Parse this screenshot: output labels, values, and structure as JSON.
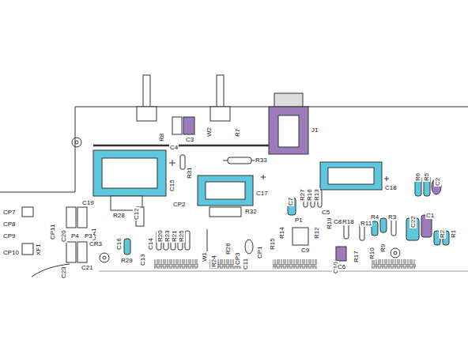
{
  "diagram": {
    "labels": [
      "R8",
      "W2",
      "R7",
      "C4",
      "C3",
      "J1",
      "R31",
      "C15",
      "R33",
      "C17",
      "C18",
      "R6",
      "R5",
      "C2",
      "CP2",
      "C12",
      "R28",
      "R32",
      "CP7",
      "CP11",
      "C19",
      "CA1",
      "C20",
      "P4",
      "P3",
      "CR3",
      "CP8",
      "CP9",
      "XF1",
      "CP10",
      "C23",
      "C21",
      "R20",
      "R23",
      "R21",
      "R25",
      "C14",
      "R29",
      "C13",
      "C16",
      "W1",
      "R24",
      "R26",
      "CP3",
      "C11",
      "CP1",
      "R15",
      "R14",
      "C7",
      "P1",
      "R27",
      "R16",
      "R13",
      "C9",
      "R12",
      "C5",
      "R19",
      "C8",
      "R18",
      "C10",
      "C6",
      "R17",
      "R11",
      "R4",
      "R3",
      "R10",
      "R9",
      "C22",
      "C1",
      "R2",
      "R1"
    ]
  }
}
